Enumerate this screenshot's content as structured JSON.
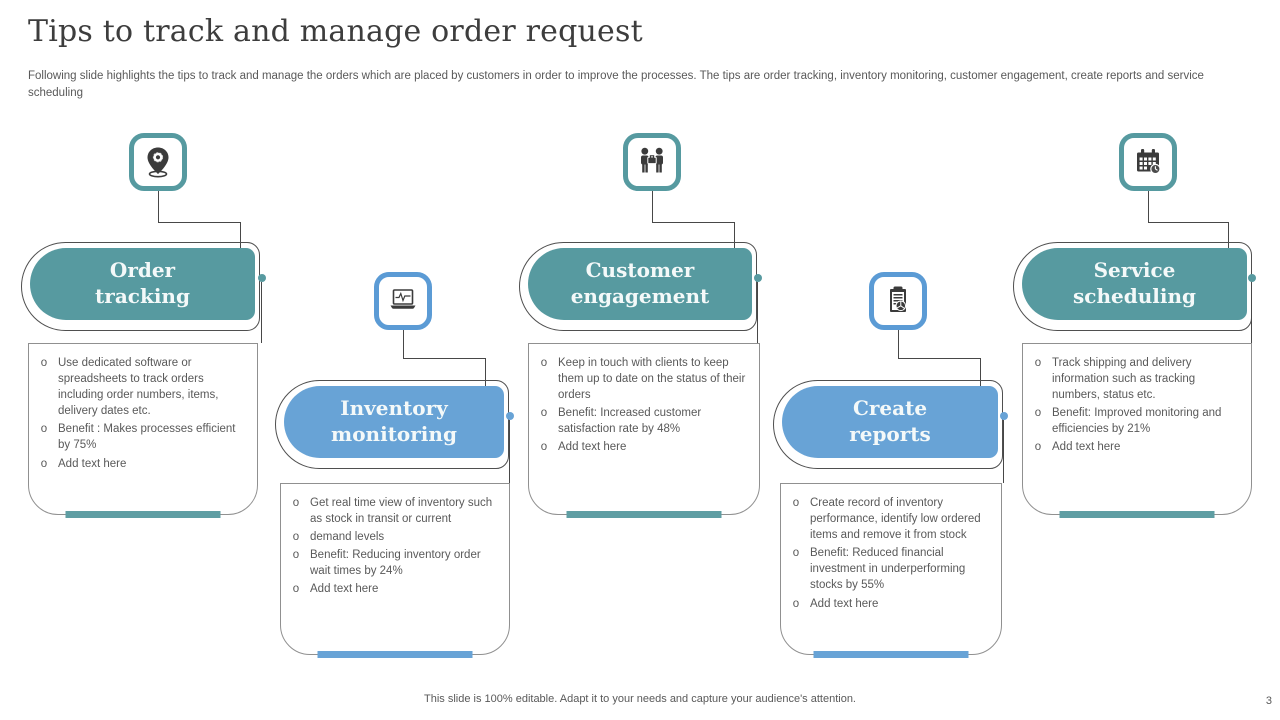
{
  "slide": {
    "title": "Tips to track and manage order request",
    "subtitle": "Following slide highlights the tips to track  and manage the orders which are placed by customers in order to improve the processes. The tips are order tracking, inventory monitoring, customer engagement, create reports and service scheduling",
    "footer": "This slide is 100% editable. Adapt it to your needs and capture your audience's attention.",
    "page_number": "3",
    "bullet_marker": "o"
  },
  "colors": {
    "teal": "#579aa0",
    "blue": "#68a3d6",
    "connector": "#474747",
    "body_text": "#595959"
  },
  "columns": [
    {
      "label": "Order tracking",
      "label_lines": [
        "Order",
        "tracking"
      ],
      "icon": "location-pin-icon",
      "accent": "teal",
      "bullets": [
        "Use dedicated software  or spreadsheets to track orders including order  numbers,  items, delivery  dates etc.",
        "Benefit : Makes  processes efficient  by 75%",
        "Add text here"
      ]
    },
    {
      "label": "Inventory monitoring",
      "label_lines": [
        "Inventory",
        "monitoring"
      ],
      "icon": "laptop-pulse-icon",
      "accent": "blue",
      "bullets": [
        "Get real  time view  of inventory such as stock in transit or current",
        "demand  levels",
        "Benefit: Reducing  inventory order  wait times by 24%",
        "Add text here"
      ]
    },
    {
      "label": "Customer engagement",
      "label_lines": [
        "Customer",
        "engagement"
      ],
      "icon": "meeting-people-icon",
      "accent": "teal",
      "bullets": [
        "Keep in touch with  clients to keep them up to date  on the status of their  orders",
        "Benefit: Increased  customer satisfaction  rate by 48%",
        "Add text here"
      ]
    },
    {
      "label": "Create reports",
      "label_lines": [
        "Create",
        "reports"
      ],
      "icon": "report-clipboard-icon",
      "accent": "blue",
      "bullets": [
        "Create  record  of inventory performance,   identify low ordered  items and remove  it from  stock",
        "Benefit:  Reduced  financial investment  in underperforming   stocks by 55%",
        "Add text here"
      ]
    },
    {
      "label": "Service scheduling",
      "label_lines": [
        "Service",
        "scheduling"
      ],
      "icon": "calendar-clock-icon",
      "accent": "teal",
      "bullets": [
        "Track  shipping  and  delivery information  such as tracking numbers,   status etc.",
        "Benefit:  Improved   monitoring and  efficiencies  by 21%",
        "Add text here"
      ]
    }
  ]
}
